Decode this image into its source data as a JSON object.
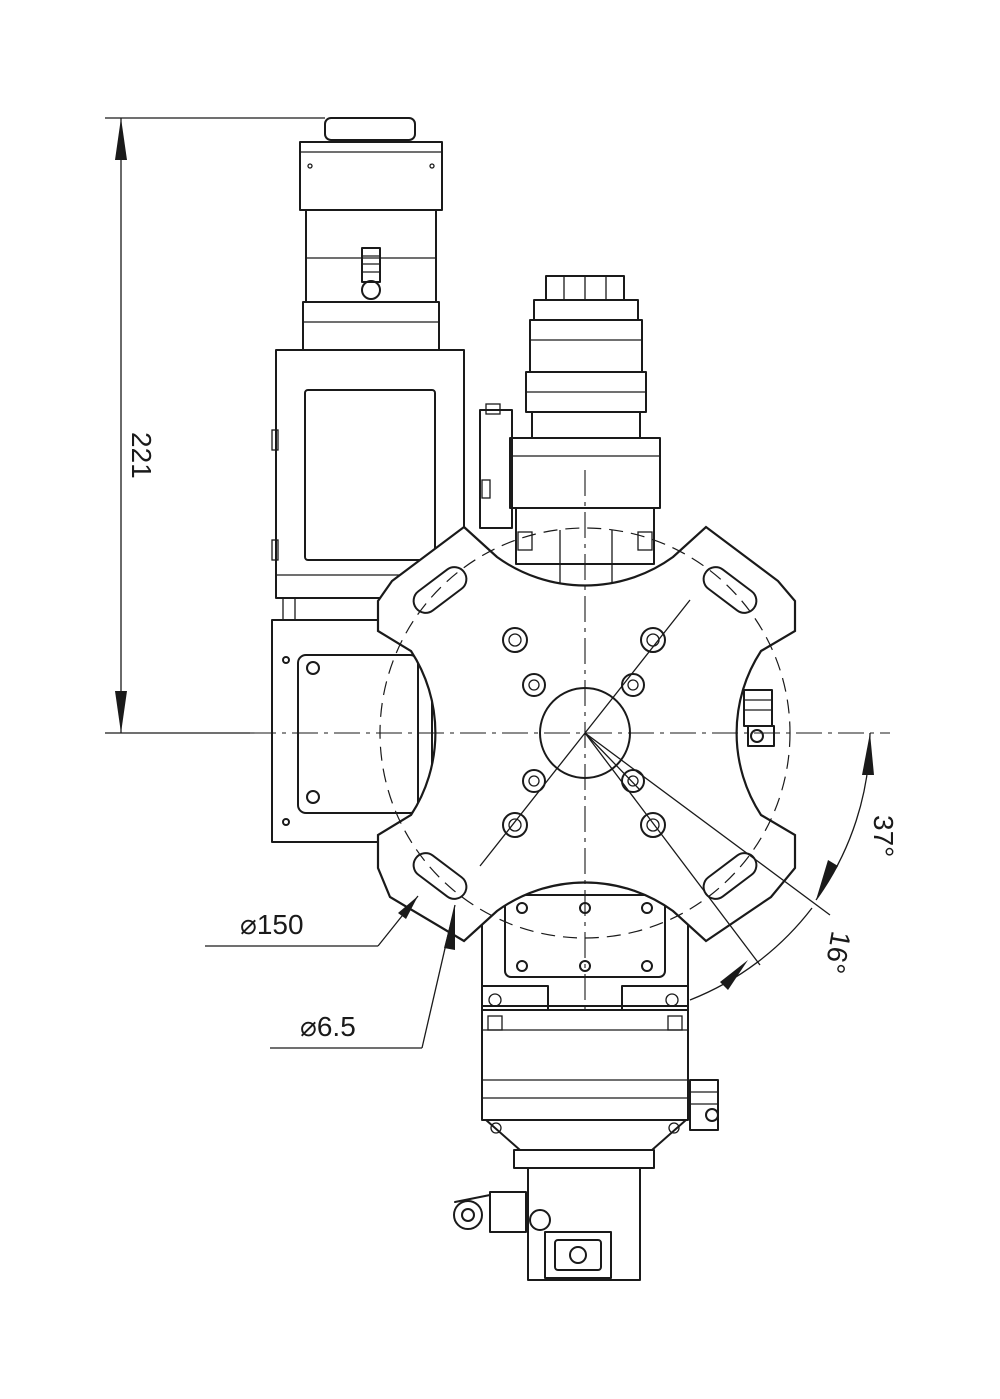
{
  "dimensions": {
    "height": "221",
    "flange_diameter": "⌀150",
    "hole_diameter": "⌀6.5",
    "angle_a": "37°",
    "angle_b": "16°"
  }
}
